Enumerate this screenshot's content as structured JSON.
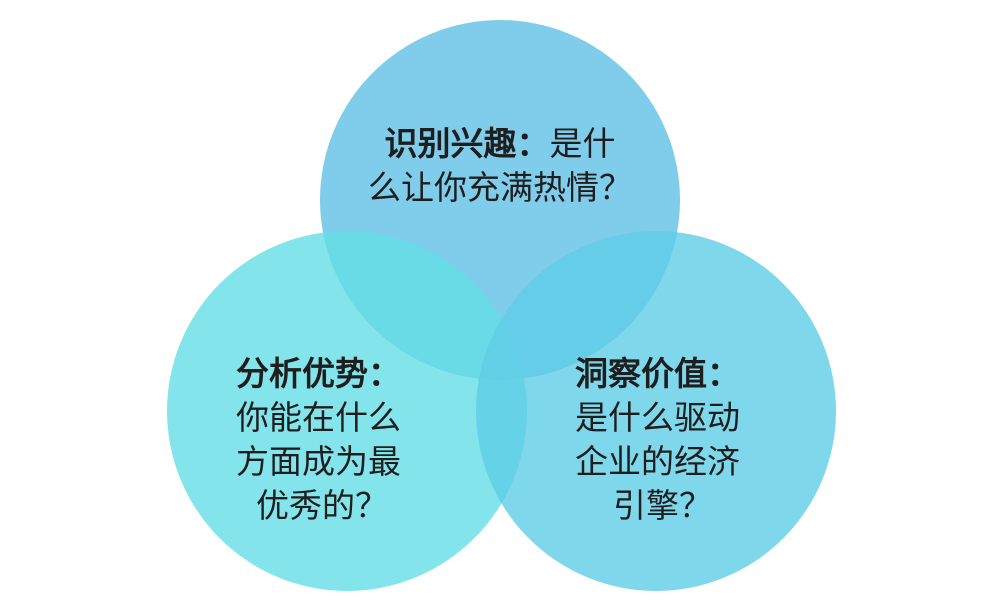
{
  "diagram": {
    "type": "venn-3",
    "colors": {
      "top": "#5FC0E6",
      "left": "#64DFE6",
      "right": "#5FCDE6"
    },
    "circles": [
      {
        "id": "top",
        "title": "识别兴趣：",
        "line1_rest": "是什",
        "line2": "么让你充满热情？"
      },
      {
        "id": "left",
        "title": "分析优势：",
        "line2": "你能在什么",
        "line3": "方面成为最",
        "line4": "优秀的？"
      },
      {
        "id": "right",
        "title": "洞察价值：",
        "line2": "是什么驱动",
        "line3": "企业的经济",
        "line4": "引擎？"
      }
    ]
  }
}
